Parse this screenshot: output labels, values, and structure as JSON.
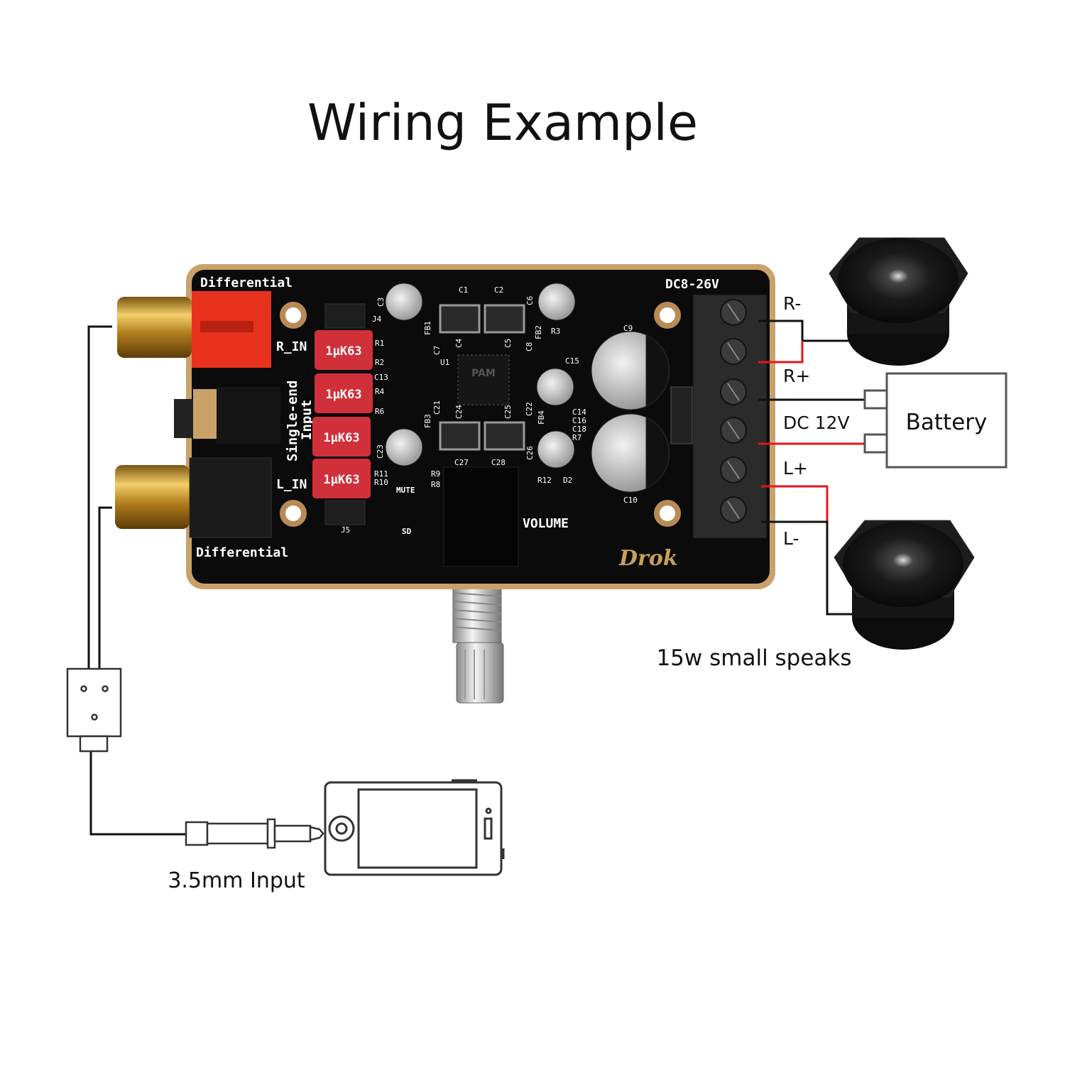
{
  "title": "Wiring Example",
  "board": {
    "top_label": "Differential",
    "bottom_label": "Differential",
    "r_in": "R_IN",
    "l_in": "L_IN",
    "single_end": "Single-end",
    "input": "Input",
    "power_label": "DC8-26V",
    "volume": "VOLUME",
    "mute": "MUTE",
    "sd": "SD",
    "brand": "Drok",
    "cap_label": "1μK63",
    "chip": "PAM",
    "components": [
      "C1",
      "C2",
      "C3",
      "C6",
      "J4",
      "J5",
      "R1",
      "R2",
      "C13",
      "R4",
      "R6",
      "FB1",
      "FB2",
      "FB3",
      "FB4",
      "C7",
      "C4",
      "C5",
      "C8",
      "U1",
      "C21",
      "C24",
      "C25",
      "C22",
      "C23",
      "C26",
      "C27",
      "C28",
      "C9",
      "C10",
      "C15",
      "R3",
      "R12",
      "D2",
      "R11",
      "R10",
      "R9",
      "R8",
      "C14",
      "C16",
      "C18",
      "R7"
    ],
    "colors": {
      "pcb": "#0b0b0b",
      "edge": "#c9a26a",
      "capacitor": "#d0303a",
      "rca_gold": "#c89a2a",
      "jumper": "#e8321e"
    }
  },
  "terminals": {
    "r_minus": "R-",
    "r_plus": "R+",
    "dc": "DC 12V",
    "l_plus": "L+",
    "l_minus": "L-"
  },
  "battery": "Battery",
  "speakers_label": "15w small speaks",
  "input_label": "3.5mm Input",
  "wire_colors": {
    "positive": "#e8141c",
    "negative": "#111111"
  }
}
